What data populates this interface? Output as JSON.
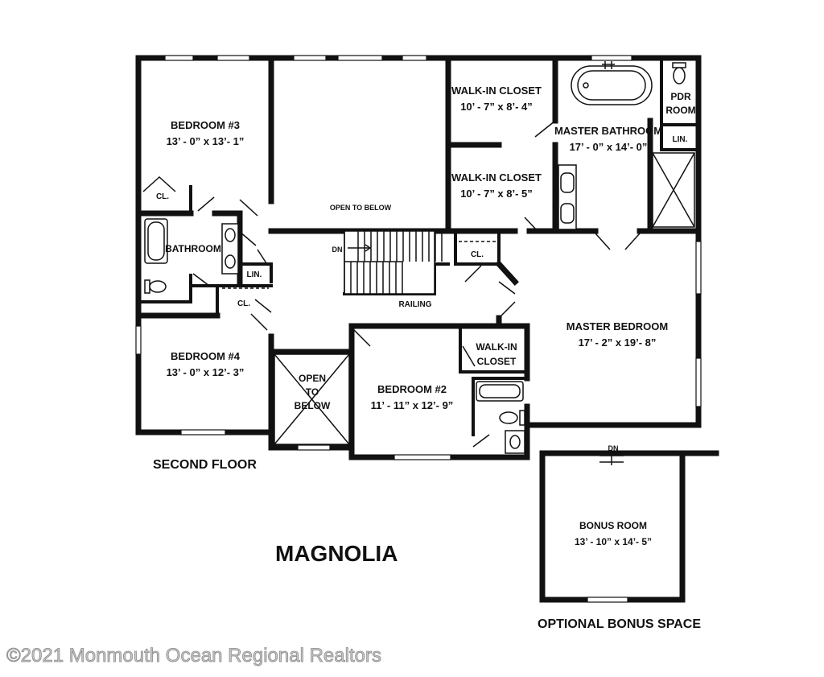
{
  "rooms": {
    "bedroom3": {
      "name": "BEDROOM #3",
      "dims": "13’ - 0” x 13’- 1”"
    },
    "bedroom4": {
      "name": "BEDROOM #4",
      "dims": "13’ - 0” x 12’- 3”"
    },
    "bedroom2": {
      "name": "BEDROOM #2",
      "dims": "11’ - 11” x 12’- 9”"
    },
    "master_bedroom": {
      "name": "MASTER BEDROOM",
      "dims": "17’ - 2” x 19’- 8”"
    },
    "master_bathroom": {
      "name": "MASTER BATHROOM",
      "dims": "17’ - 0” x 14’- 0”"
    },
    "walkin_closet_1": {
      "name": "WALK-IN CLOSET",
      "dims": "10’ - 7” x 8’- 4”"
    },
    "walkin_closet_2": {
      "name": "WALK-IN CLOSET",
      "dims": "10’ - 7” x 8’- 5”"
    },
    "walkin_closet_3": {
      "line1": "WALK-IN",
      "line2": "CLOSET"
    },
    "bathroom": {
      "name": "BATHROOM"
    },
    "bonus_room": {
      "name": "BONUS ROOM",
      "dims": "13’ - 10” x 14’- 5”"
    },
    "pdr_room": {
      "line1": "PDR",
      "line2": "ROOM"
    }
  },
  "small_labels": {
    "closet": "CL.",
    "linen": "LIN.",
    "down": "DN",
    "railing": "RAILING",
    "open_to_below": "OPEN TO BELOW",
    "open_to_below_lines": [
      "OPEN",
      "TO",
      "BELOW"
    ]
  },
  "floor_title": "SECOND FLOOR",
  "optional_title": "OPTIONAL BONUS SPACE",
  "plan_name": "MAGNOLIA",
  "watermark": "©2021 Monmouth Ocean Regional Realtors",
  "colors": {
    "walls": "#111111",
    "background": "#ffffff",
    "watermark": "#c9c9c9"
  }
}
